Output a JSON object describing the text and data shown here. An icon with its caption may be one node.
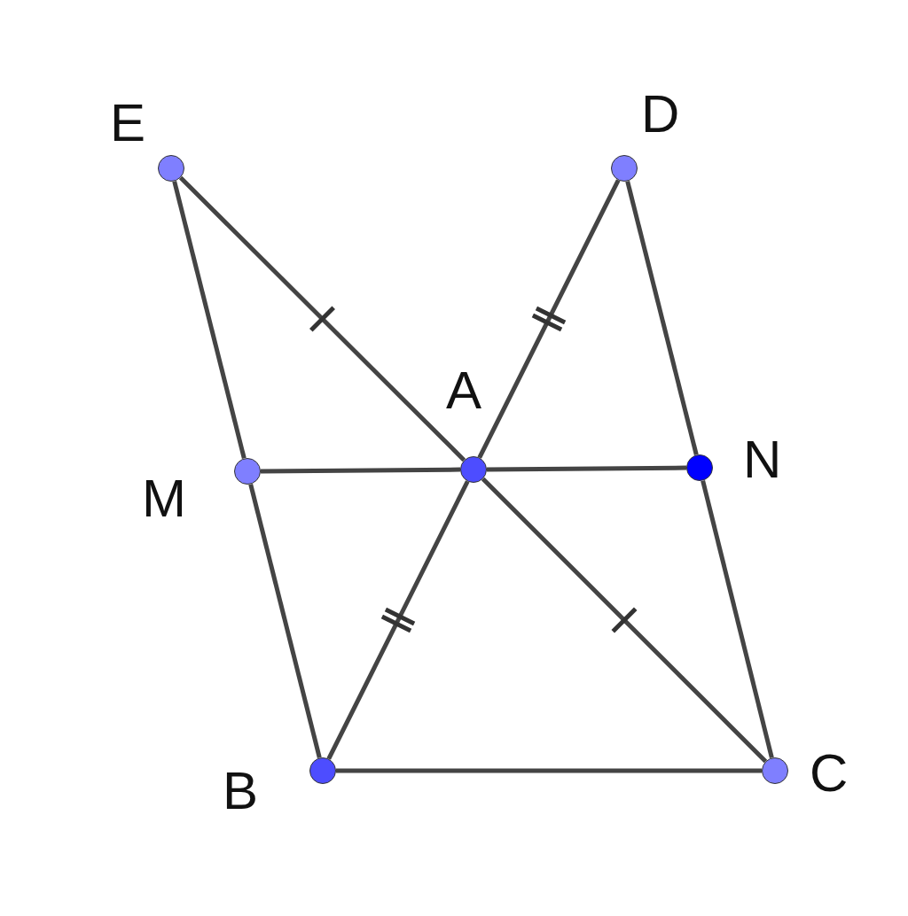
{
  "diagram": {
    "nodes": [
      {
        "text": [
          "E"
        ]
      },
      {
        "text": [
          "D"
        ]
      },
      {
        "text": [
          "A"
        ]
      },
      {
        "text": [
          "M"
        ]
      },
      {
        "text": [
          "N"
        ]
      },
      {
        "text": [
          "B"
        ]
      },
      {
        "text": [
          "C"
        ]
      }
    ],
    "edges": [
      {
        "from": 0,
        "to": 3,
        "arrow": "none"
      },
      {
        "from": 3,
        "to": 5,
        "arrow": "none"
      },
      {
        "from": 0,
        "to": 2,
        "arrow": "none"
      },
      {
        "from": 2,
        "to": 6,
        "arrow": "none"
      },
      {
        "from": 1,
        "to": 2,
        "arrow": "none"
      },
      {
        "from": 2,
        "to": 5,
        "arrow": "none"
      },
      {
        "from": 1,
        "to": 4,
        "arrow": "none"
      },
      {
        "from": 4,
        "to": 6,
        "arrow": "none"
      },
      {
        "from": 3,
        "to": 2,
        "arrow": "none"
      },
      {
        "from": 2,
        "to": 4,
        "arrow": "none"
      },
      {
        "from": 5,
        "to": 6,
        "arrow": "none"
      }
    ]
  }
}
